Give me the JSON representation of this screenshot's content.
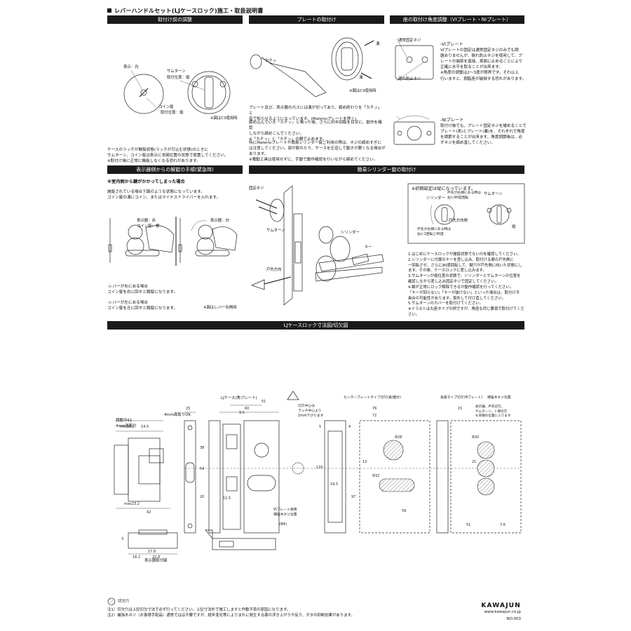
{
  "document": {
    "title": "レバーハンドルセット(LJケースロック)施工・取扱説明書"
  },
  "sections": {
    "adjust": {
      "header": "取付け前の調整",
      "labels": {
        "indicator": "表示：白",
        "thumbturn": "サムターン",
        "mount_vertical": "取付位置：縦",
        "coin": "コイン錠",
        "mount_vertical2": "取付位置：縦",
        "fig_note": "※図はC3使用時"
      },
      "body": "ケースのラッチが開錠状態(ラッチが引込む状態)のときに\nサムターン、コイン錠は表示に本図位置の状態で設置してください。\n※取付け後に正常に機能しなくなる恐れがあります。"
    },
    "plate": {
      "header": "プレートの取付け",
      "labels": {
        "click": "カチッ",
        "groove": "溝",
        "groove2": "溝",
        "fig_note": "※図はC3使用時"
      },
      "body1": "プレート及び、表示器の爪スには溝が切ってあり、締め終わりを「カチッ」と\n音で知らせるようになっています。(Materioプレートを除く)",
      "body2": "締め込んでいき「カチッ」と鳴った後、さらに約半回転を目安に、動作を確認\nしながら締めこんでください。\n※「カチッ」と「カチッ」の間で止めます。",
      "body3": "特にMaterioプレートや簡易シリンダー錠ご利用の際は、ネジの締めすぎに\nは注意してください。部が割れたり、ケースを圧迫して動きが悪くなる場合が\nあります。\n※電動工具は使用せずに、手動で動作確認を行いながら締めてください。"
    },
    "angle": {
      "header": "座の取付け角度調整（VIプレート・NIプレート）",
      "labels": {
        "fixed_screw": "通常固定ネジ",
        "stop_screw": "廻れ防止ネジ"
      },
      "vi_title": "-VIプレート",
      "vi_body": "VIプレートの固定は通常固定ネジのみでも問\n題ありませんが、振れ防止ネジを使用して、プ\nレートの端部を直接、扉面に止めることにより\n正確に水平を取ることが出来ます。\n※角度の調整は2〜3度が限界です。それ以上\n行いますと、樹脂座が破損する恐れがあります。",
      "ni_title": "-NIプレート",
      "ni_body": "取付け後でも、プレート固定ネジを緩めることで\nプレート(表)とプレート(裏)を、それぞれで角度\nを調節することが出来ます。角度調節後は、必\nずネジを締め直してください。"
    },
    "emergency": {
      "header": "表示器側からの解錠の手順(緊急時)",
      "subhead": "※室内側から鍵がかかってしまった場合",
      "body": "施錠されている場合下図のような状態になっています。\nコイン錠の溝にコイン、またはマイナスドライバーを入れます。",
      "labels": {
        "indicator_red": "表示器：赤",
        "coin": "コイン錠：横",
        "indicator_white": "表示器：白"
      },
      "lever_right": "-レバーが右にある場合\nコイン錠を右に回すと解錠になります。",
      "lever_left": "-レバーが左にある場合\nコイン錠を左に回すと解錠になります。",
      "fig_note": "※図はレバー右側時"
    },
    "cylinder": {
      "header": "簡易シリンダー錠の取付け",
      "labels": {
        "fixing_screw": "固定ネジ",
        "thumbturn": "サムターン",
        "cylinder": "シリンダー",
        "key": "キー",
        "door_direction": "戸先方向"
      },
      "init_note": "※初期設定は縦になっています。",
      "inner_labels": {
        "cylinder": "シリンダー",
        "thumbturn": "サムターン",
        "door_tip": "戸先方向側",
        "vertical": "縦",
        "note_a": "戸先が右側にある時は\n右に90度回転",
        "note_b": "戸先が右側にある時は\n右に1回転と90度"
      },
      "steps": "1.はじめにケースロックが施錠状態でないのを確認してください。\n2.シリンダーに付属のキーを差し込み、取付ける扉の戸先側に\n  一回転させ、さらに90度回転して、鍵穴が戸先側に向いた状態にし\n  ます。その後、ケースロックに差し込みます。\n3.サムターンが縦位置の状態で、シリンダーとサムターンの位置を\n  確認しながら差し込み固定ネジで固定してください。\n4.鍵が正常にロック解除できるか動作確認を行ってください。\n  「キーが回らない」「キーが抜けない」といった場合は、取付け不\n  具合の可能性があります。取外して付け直してください。\n5.サムターンのカバーを取付けてください。\n※イラストは丸座タイプの例ですが、角座も同じ要領で取付けてください。"
    },
    "dimensions": {
      "header": "LJケースロック寸法図/切欠図",
      "labels": {
        "lj_case": "LJケース(角プレート)",
        "adjust_42": "調整巾42",
        "setback_50": "4mm面取りOK",
        "setback_51": "4mm面取り",
        "cutout_note": "切欠中心は\nラッチ中心より\n1mm下がります",
        "vi_plate_note": "VIプレート専用\n補強木ネジ位置",
        "centers_label": "センタープレートタイプ切欠(表/面付)",
        "long_label": "長座タイプ切欠(Nプレート)",
        "reinforce": "補強木ネジ位置",
        "front_side": "表示器、戸先切欠、\nサムターン、ト側切欠\nも同様の位置に入ります",
        "inset_label": "表示器取付図",
        "rebate": "(84)",
        "a": "25",
        "b": "60",
        "c": "9.5",
        "d": "51",
        "m1": "min18.2",
        "m2": "14.5",
        "m3": "max23.2",
        "m4": "42",
        "e1": "38",
        "e2": "54",
        "e3": "20",
        "e4": "11.5",
        "f1": "76",
        "f2": "72",
        "f3": "5",
        "f4": "4",
        "g1": "Φ28",
        "g2": "Φ32",
        "g3": "13",
        "g4": "Φ30",
        "h1": "130",
        "h2": "97",
        "h3": "19.5",
        "h4": "59",
        "i1": "18.2",
        "i2": "22.8",
        "i3": "17.8",
        "i4": "3",
        "j1": "15",
        "j2": "21",
        "j3": "51",
        "j4": "7.6"
      }
    }
  },
  "footer": {
    "legend": "切欠穴",
    "note1": "注1）切欠穴は上記切欠寸法で必ず行ってください。上記寸法外で施工しますと作動不良の原因になります。",
    "note2": "注2）補強木ネジ（お客様手配品）通常ではは不要ですが、経年変化等によりまれに発生する扉の浮き上がりや反り、ガタの抑制効果があります。",
    "brand": "KAWAJUN",
    "url": "www.kawajun.co.jp",
    "doc_no": "NO.003"
  }
}
